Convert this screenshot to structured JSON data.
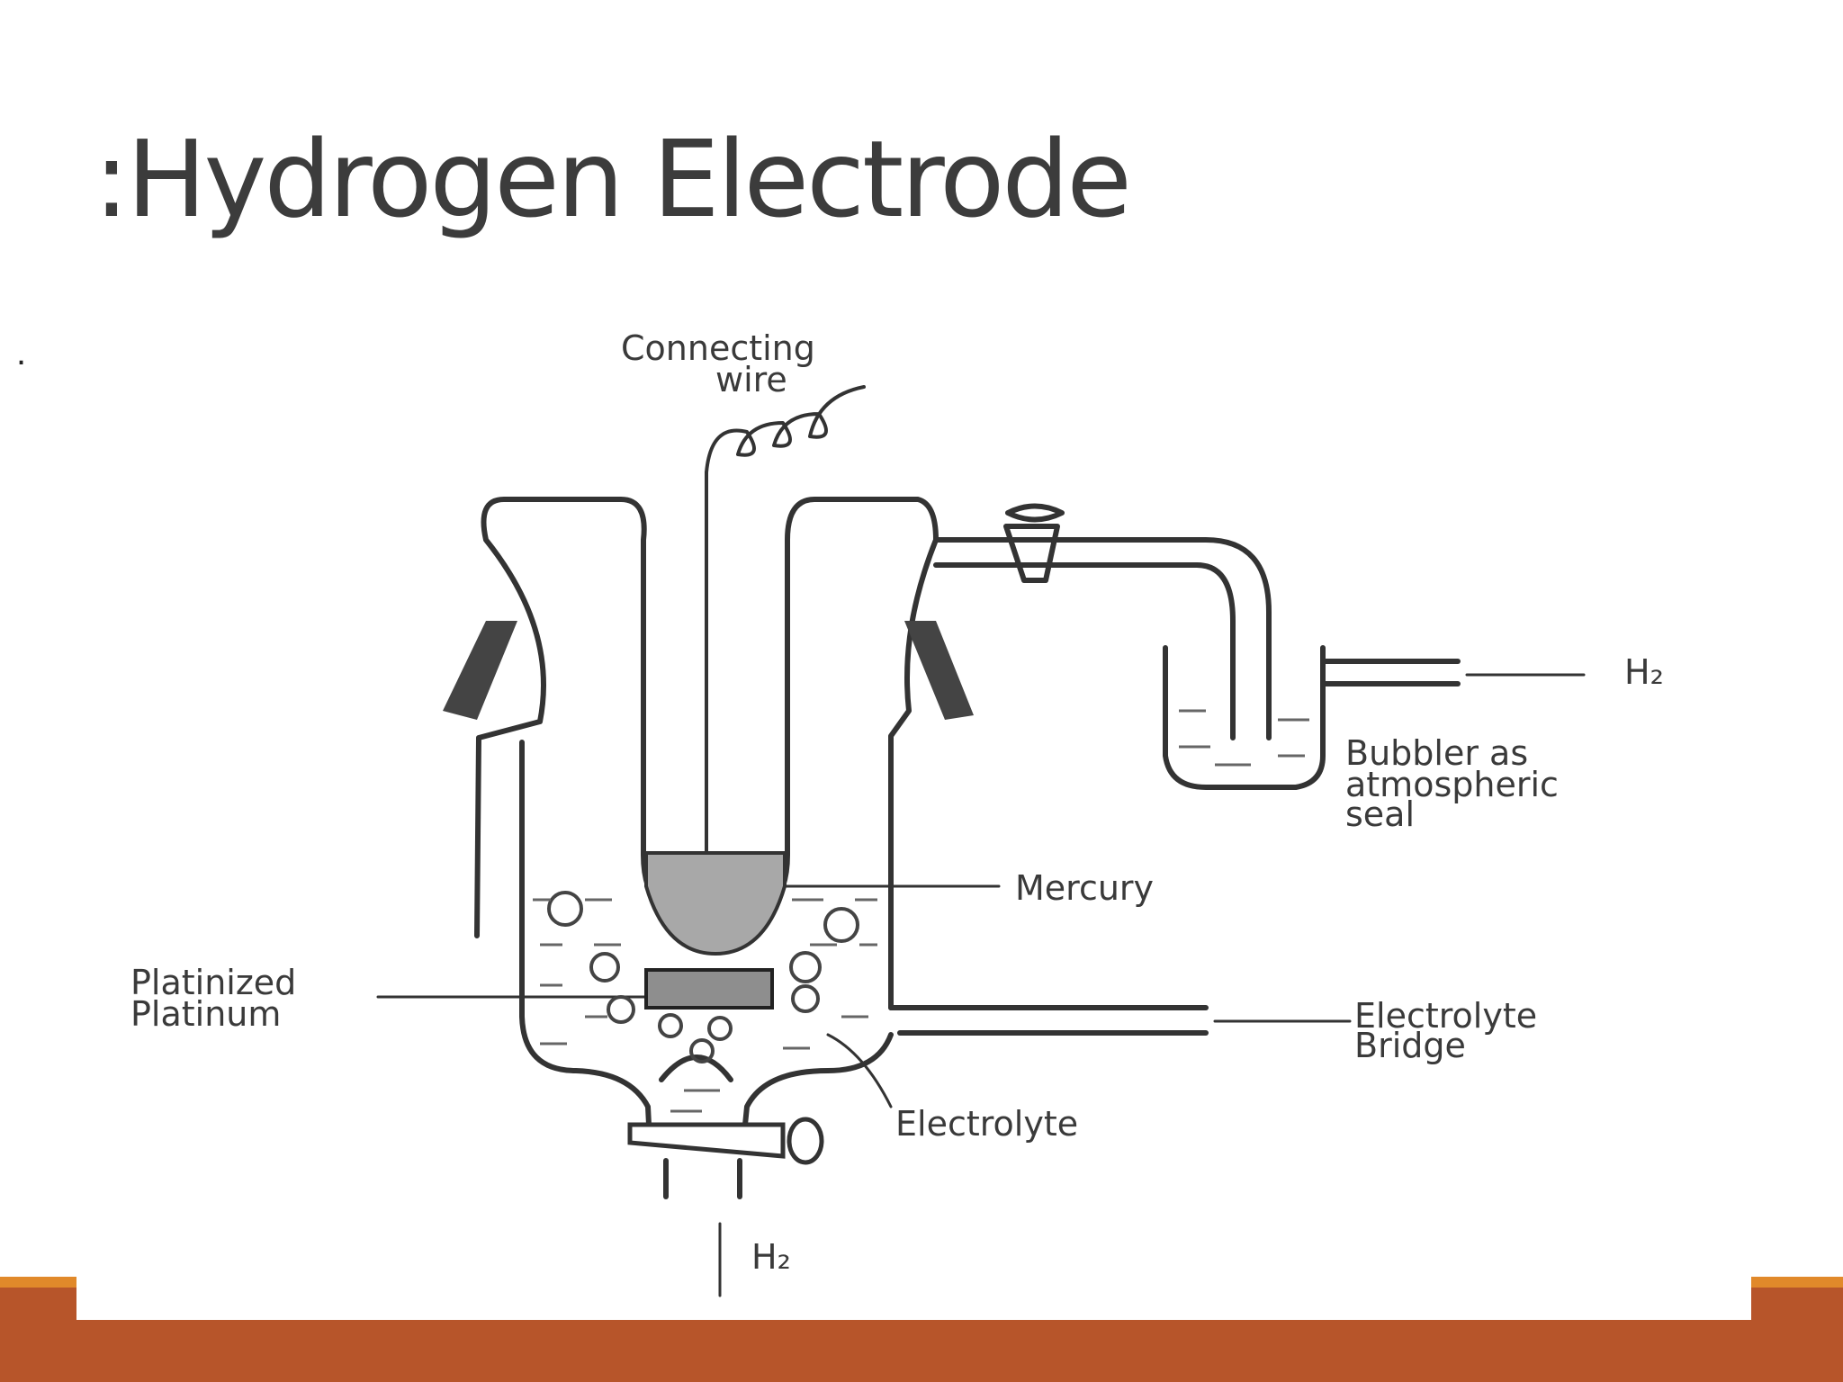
{
  "slide": {
    "title": ":Hydrogen Electrode",
    "bullet": "."
  },
  "diagram": {
    "labels": {
      "connecting_wire_1": "Connecting",
      "connecting_wire_2": "wire",
      "h2_out": "H₂",
      "bubbler_1": "Bubbler as",
      "bubbler_2": "atmospheric",
      "bubbler_3": "seal",
      "mercury": "Mercury",
      "platinized_1": "Platinized",
      "platinized_2": "Platinum",
      "bridge_1": "Electrolyte",
      "bridge_2": "Bridge",
      "electrolyte": "Electrolyte",
      "h2_in": "H₂"
    }
  },
  "colors": {
    "title": "#3c3c3c",
    "footer_primary": "#b7552a",
    "footer_accent": "#e1892a",
    "mercury": "#a8a8a8"
  }
}
